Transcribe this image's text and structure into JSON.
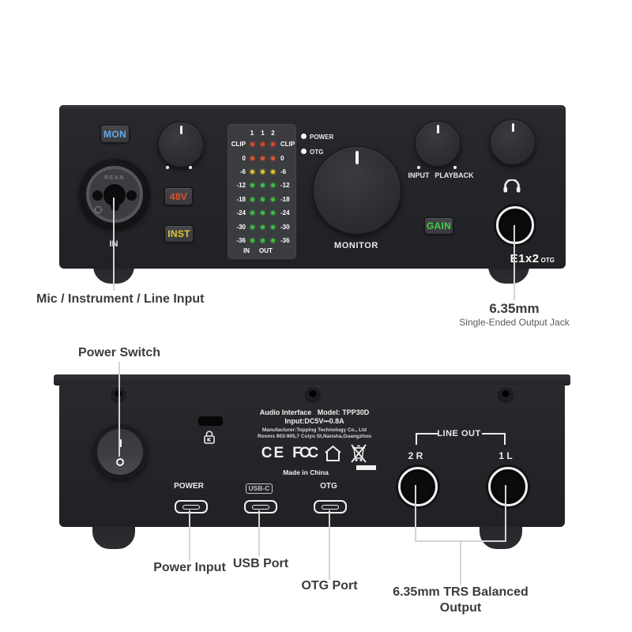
{
  "front_panel": {
    "buttons": {
      "mon": "MON",
      "phantom": "48V",
      "inst": "INST",
      "gain": "GAIN"
    },
    "input_jack": {
      "brand": "REAN",
      "label": "IN"
    },
    "meter": {
      "header": {
        "in": "1",
        "out1": "1",
        "out2": "2"
      },
      "rows": [
        {
          "label": "CLIP",
          "color": "#e0452a"
        },
        {
          "label": "0",
          "color": "#e0502a"
        },
        {
          "label": "-6",
          "color": "#ddc32e"
        },
        {
          "label": "-12",
          "color": "#3bbf44"
        },
        {
          "label": "-18",
          "color": "#3bbf44"
        },
        {
          "label": "-24",
          "color": "#3bbf44"
        },
        {
          "label": "-30",
          "color": "#3bbf44"
        },
        {
          "label": "-36",
          "color": "#3bbf44"
        }
      ],
      "footer": {
        "in": "IN",
        "out": "OUT"
      }
    },
    "leds": {
      "power": "POWER",
      "otg": "OTG"
    },
    "knobs": {
      "monitor": "MONITOR",
      "mix_left": "INPUT",
      "mix_right": "PLAYBACK"
    },
    "branding": {
      "model": "E1x2",
      "suffix": "OTG"
    }
  },
  "back_panel": {
    "info": {
      "line1": "Audio Interface   Model: TPP30D",
      "line2": "Input:DC5V⎓0.8A",
      "line3": "Manufacturer:Topping Technology Co., Ltd",
      "line4": "Rooms 903-905,7 Cuiyu St,Nansha,Guangzhou",
      "cert_ce": "CE",
      "cert_fcc": "FCC",
      "made_in": "Made in China"
    },
    "ports": {
      "power": "POWER",
      "usbc": "USB-C",
      "otg": "OTG"
    },
    "line_out": {
      "title": "LINE OUT",
      "right_jack": "2 R",
      "left_jack": "1 L"
    }
  },
  "annotations": {
    "input": "Mic / Instrument / Line Input",
    "power_switch": "Power Switch",
    "headphone_title": "6.35mm",
    "headphone_sub": "Single-Ended Output Jack",
    "power_input": "Power Input",
    "usb_port": "USB Port",
    "otg_port": "OTG Port",
    "trs_line1": "6.35mm TRS Balanced",
    "trs_line2": "Output"
  },
  "colors": {
    "mon_text": "#64a8e8",
    "phantom_text": "#e84e2a",
    "inst_text": "#e0c437",
    "gain_text": "#3ed14b",
    "annotation_line": "#d4d4d4",
    "body": "#242528"
  }
}
